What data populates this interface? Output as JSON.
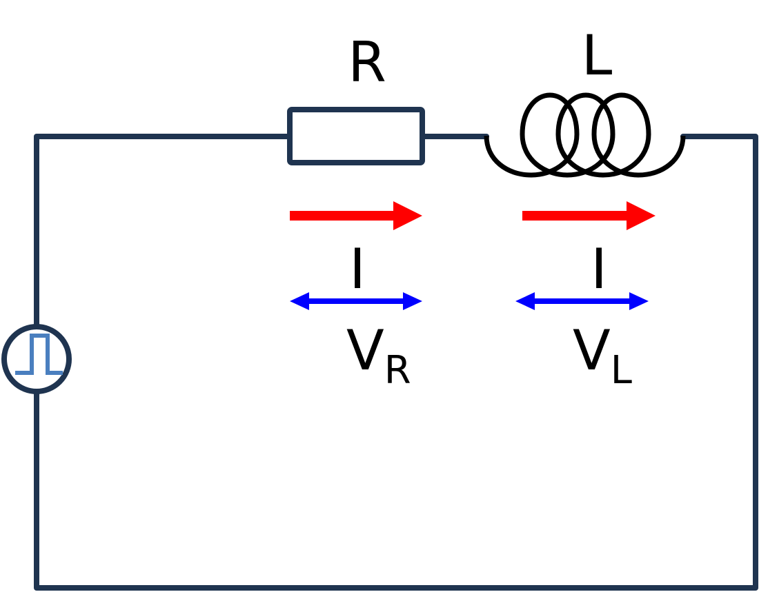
{
  "labels": {
    "resistor": "R",
    "inductor": "L",
    "current_resistor": "I",
    "current_inductor": "I",
    "voltage_resistor": "V",
    "voltage_resistor_sub": "R",
    "voltage_inductor": "V",
    "voltage_inductor_sub": "L"
  },
  "colors": {
    "wire": "#1f3450",
    "inductor": "#000000",
    "current_arrow": "#ff0000",
    "voltage_arrow": "#0000ff",
    "pulse": "#4a7fbf"
  },
  "components": {
    "source": "pulse-voltage-source",
    "resistor": "resistor",
    "inductor": "inductor-coil"
  }
}
